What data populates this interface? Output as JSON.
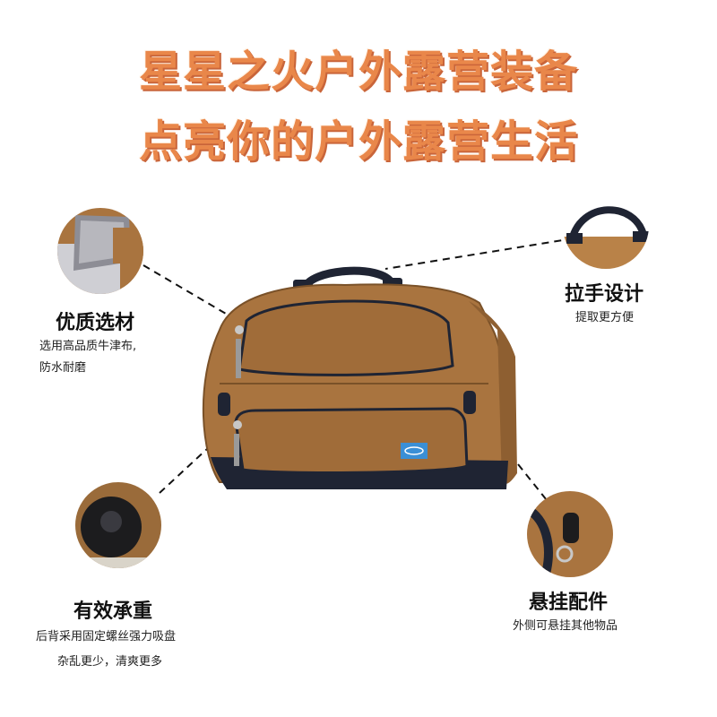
{
  "headline": {
    "line1": "星星之火户外露营装备",
    "line2": "点亮你的户外露营生活"
  },
  "features": {
    "material": {
      "title": "优质选材",
      "desc1": "选用高品质牛津布,",
      "desc2": "防水耐磨"
    },
    "handle": {
      "title": "拉手设计",
      "desc": "提取更方便"
    },
    "suction": {
      "title": "有效承重",
      "desc1": "后背采用固定螺丝强力吸盘",
      "desc2": "杂乱更少，清爽更多"
    },
    "hanging": {
      "title": "悬挂配件",
      "desc": "外侧可悬挂其他物品"
    }
  },
  "colors": {
    "headline": "#e9874a",
    "bag_canvas": "#a9743f",
    "bag_trim": "#1f2433",
    "logo": "#3a8fd6"
  }
}
